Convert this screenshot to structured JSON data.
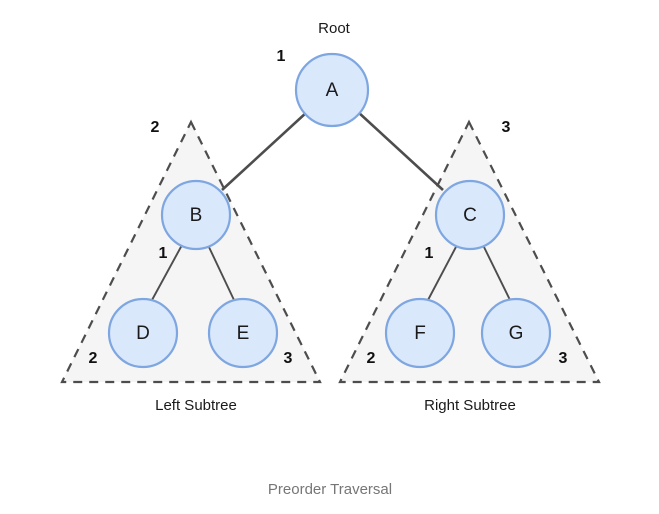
{
  "figure": {
    "caption": "Preorder Traversal",
    "background_color": "#ffffff",
    "node_fill": "#dae8fc",
    "node_stroke": "#7ea6e0",
    "edge_color": "#4d4d4d",
    "region_fill": "#f5f5f5",
    "region_stroke": "#4d4d4d",
    "caption_color": "#767676"
  },
  "root": {
    "caption": "Root",
    "node_label": "A",
    "order": "1"
  },
  "regions": [
    {
      "name": "left-subtree",
      "caption": "Left Subtree",
      "apex_order": "2",
      "bottom_left_order": "2",
      "bottom_right_order": "3",
      "parent_label": "B",
      "parent_order": "1",
      "children": [
        {
          "label": "D"
        },
        {
          "label": "E"
        }
      ]
    },
    {
      "name": "right-subtree",
      "caption": "Right Subtree",
      "apex_order": "3",
      "bottom_left_order": "2",
      "bottom_right_order": "3",
      "parent_label": "C",
      "parent_order": "1",
      "children": [
        {
          "label": "F"
        },
        {
          "label": "G"
        }
      ]
    }
  ]
}
